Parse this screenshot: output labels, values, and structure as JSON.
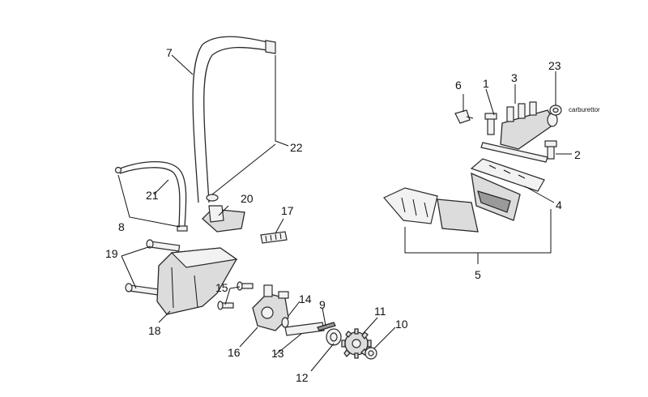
{
  "callouts": {
    "c1": "1",
    "c2": "2",
    "c3": "3",
    "c4": "4",
    "c5": "5",
    "c6": "6",
    "c7": "7",
    "c8": "8",
    "c9": "9",
    "c10": "10",
    "c11": "11",
    "c12": "12",
    "c13": "13",
    "c14": "14",
    "c15": "15",
    "c16": "16",
    "c17": "17",
    "c18": "18",
    "c19": "19",
    "c20": "20",
    "c21": "21",
    "c22": "22",
    "c23": "23"
  },
  "notes": {
    "carburettor": "carburettor"
  }
}
